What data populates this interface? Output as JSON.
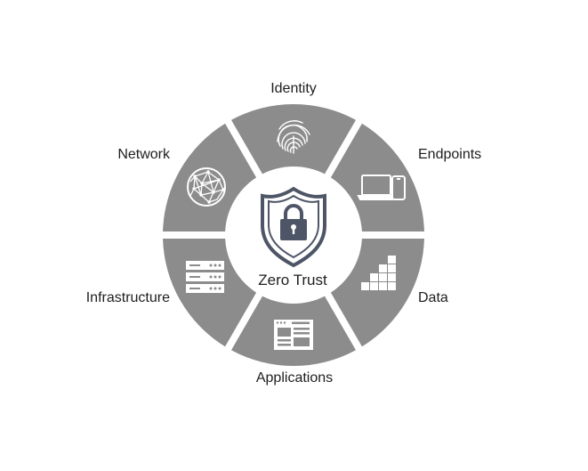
{
  "diagram": {
    "center": {
      "title": "Zero Trust",
      "icon": "shield-lock-icon"
    },
    "segments": [
      {
        "id": "identity",
        "label": "Identity",
        "icon": "fingerprint-icon"
      },
      {
        "id": "endpoints",
        "label": "Endpoints",
        "icon": "laptop-phone-icon"
      },
      {
        "id": "data",
        "label": "Data",
        "icon": "data-blocks-icon"
      },
      {
        "id": "applications",
        "label": "Applications",
        "icon": "application-window-icon"
      },
      {
        "id": "infrastructure",
        "label": "Infrastructure",
        "icon": "server-rack-icon"
      },
      {
        "id": "network",
        "label": "Network",
        "icon": "network-globe-icon"
      }
    ],
    "colors": {
      "segment": "#8c8c8c",
      "icon": "#ffffff",
      "shield": "#4d5566",
      "text": "#1e1e1e"
    }
  }
}
